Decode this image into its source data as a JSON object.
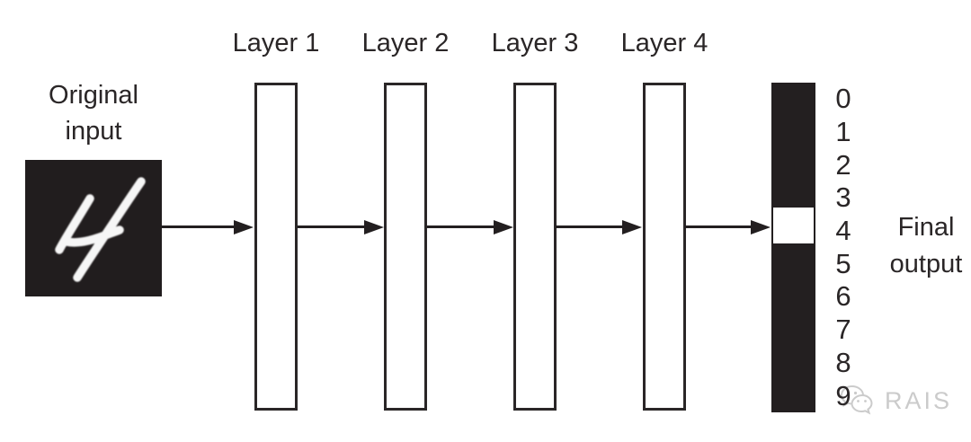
{
  "diagram": {
    "title_implicit": "Neural network digit classification flow",
    "input": {
      "caption_line1": "Original",
      "caption_line2": "input",
      "image": "mnist-handwritten-digit",
      "digit_value": "4"
    },
    "layers": [
      {
        "label": "Layer 1"
      },
      {
        "label": "Layer 2"
      },
      {
        "label": "Layer 3"
      },
      {
        "label": "Layer 4"
      }
    ],
    "output": {
      "caption_line1": "Final",
      "caption_line2": "output",
      "digits": [
        "0",
        "1",
        "2",
        "3",
        "4",
        "5",
        "6",
        "7",
        "8",
        "9"
      ],
      "highlighted_digit": "4"
    }
  },
  "colors": {
    "ink": "#231f20",
    "text": "#2a2627",
    "input_image_bg": "#211d1e",
    "highlight_cell": "#ffffff",
    "watermark": "#cbcbcb"
  },
  "watermark": {
    "icon": "wechat-icon",
    "text": "RAIS"
  }
}
